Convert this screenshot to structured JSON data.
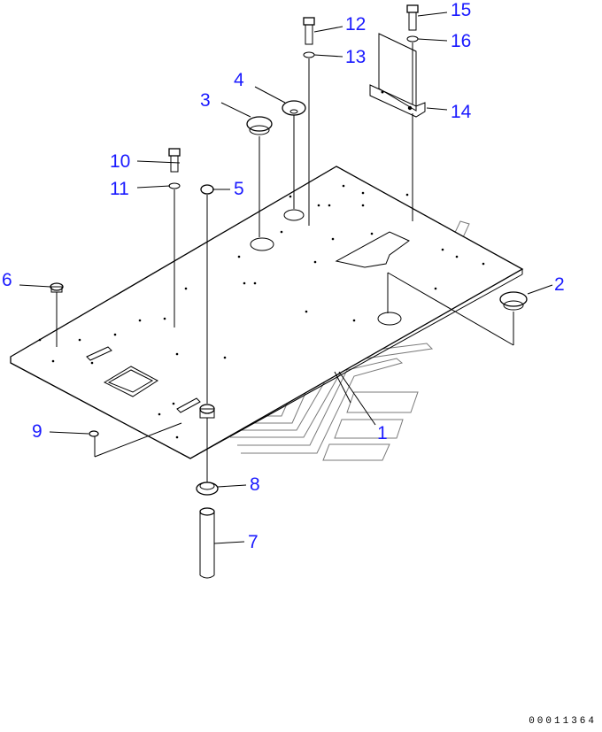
{
  "diagram": {
    "parts": [
      {
        "id": "part-1",
        "number": "1"
      },
      {
        "id": "part-2",
        "number": "2"
      },
      {
        "id": "part-3",
        "number": "3"
      },
      {
        "id": "part-4",
        "number": "4"
      },
      {
        "id": "part-5",
        "number": "5"
      },
      {
        "id": "part-6",
        "number": "6"
      },
      {
        "id": "part-7",
        "number": "7"
      },
      {
        "id": "part-8",
        "number": "8"
      },
      {
        "id": "part-9",
        "number": "9"
      },
      {
        "id": "part-10",
        "number": "10"
      },
      {
        "id": "part-11",
        "number": "11"
      },
      {
        "id": "part-12",
        "number": "12"
      },
      {
        "id": "part-13",
        "number": "13"
      },
      {
        "id": "part-14",
        "number": "14"
      },
      {
        "id": "part-15",
        "number": "15"
      },
      {
        "id": "part-16",
        "number": "16"
      }
    ],
    "label_color": "#1a1aff",
    "document_code": "00011364"
  }
}
